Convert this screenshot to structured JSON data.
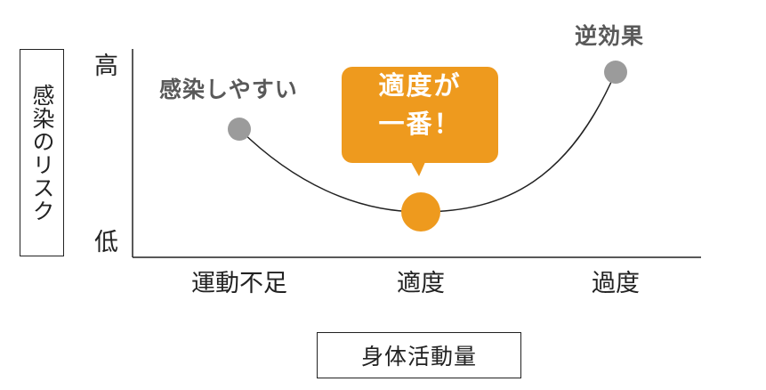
{
  "y_axis": {
    "title": "感染のリスク",
    "high_label": "高",
    "low_label": "低"
  },
  "x_axis": {
    "title": "身体活動量",
    "categories": [
      "運動不足",
      "適度",
      "過度"
    ]
  },
  "annotations": {
    "left": "感染しやすい",
    "right": "逆効果",
    "callout_line1": "適度が",
    "callout_line2": "一番！"
  },
  "colors": {
    "accent_orange": "#EE9A1E",
    "marker_gray": "#9B9B9B",
    "annotation_gray": "#595959",
    "line": "#222222"
  },
  "chart_data": {
    "type": "line",
    "categories": [
      "運動不足",
      "適度",
      "過度"
    ],
    "levels": [
      "低",
      "高"
    ],
    "series": [
      {
        "values": [
          0.65,
          0.2,
          0.95
        ],
        "marker_colors": [
          "#9B9B9B",
          "#EE9A1E",
          "#9B9B9B"
        ]
      }
    ]
  }
}
